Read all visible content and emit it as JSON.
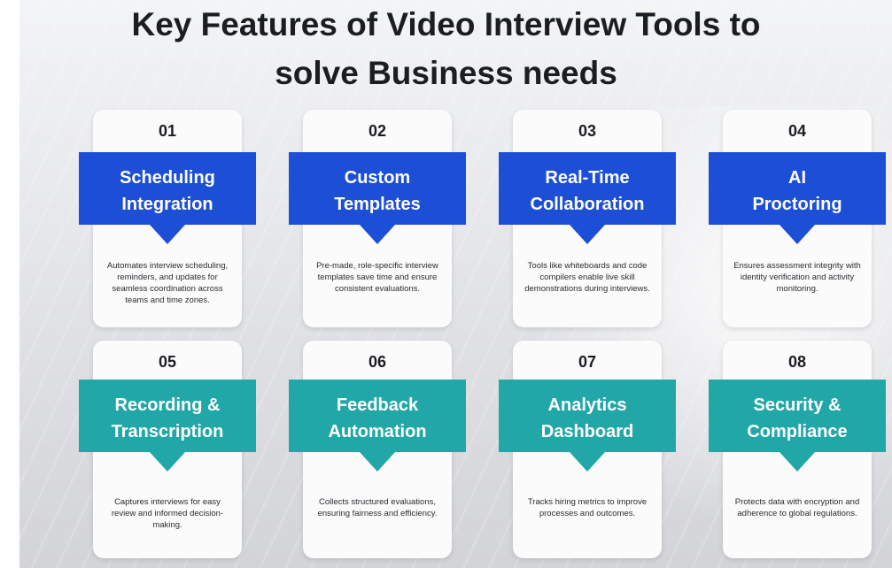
{
  "page": {
    "title_line1": "Key Features of Video Interview Tools to",
    "title_line2": "solve Business needs"
  },
  "colors": {
    "ribbon_blue": "#1c4fd6",
    "ribbon_blue_dark": "#0f2f8f",
    "ribbon_teal": "#21a7a8",
    "ribbon_teal_dark": "#0f6f70",
    "card_bg": "#fbfbfc",
    "title_text": "#1c1d22"
  },
  "features": [
    {
      "number": "01",
      "title_line1": "Scheduling",
      "title_line2": "Integration",
      "description": "Automates interview scheduling, reminders, and updates for seamless coordination across teams and time zones."
    },
    {
      "number": "02",
      "title_line1": "Custom",
      "title_line2": "Templates",
      "description": "Pre-made, role-specific interview templates save time and ensure consistent evaluations."
    },
    {
      "number": "03",
      "title_line1": "Real-Time",
      "title_line2": "Collaboration",
      "description": "Tools like whiteboards and code compilers enable live skill demonstrations during interviews."
    },
    {
      "number": "04",
      "title_line1": "AI",
      "title_line2": "Proctoring",
      "description": "Ensures assessment integrity with identity verification and activity monitoring."
    },
    {
      "number": "05",
      "title_line1": "Recording &",
      "title_line2": "Transcription",
      "description": "Captures interviews for easy review and informed decision-making."
    },
    {
      "number": "06",
      "title_line1": "Feedback",
      "title_line2": "Automation",
      "description": "Collects structured evaluations, ensuring fairness and efficiency."
    },
    {
      "number": "07",
      "title_line1": "Analytics",
      "title_line2": "Dashboard",
      "description": "Tracks hiring metrics to improve processes and outcomes."
    },
    {
      "number": "08",
      "title_line1": "Security &",
      "title_line2": "Compliance",
      "description": "Protects data with encryption and adherence to global regulations."
    }
  ]
}
